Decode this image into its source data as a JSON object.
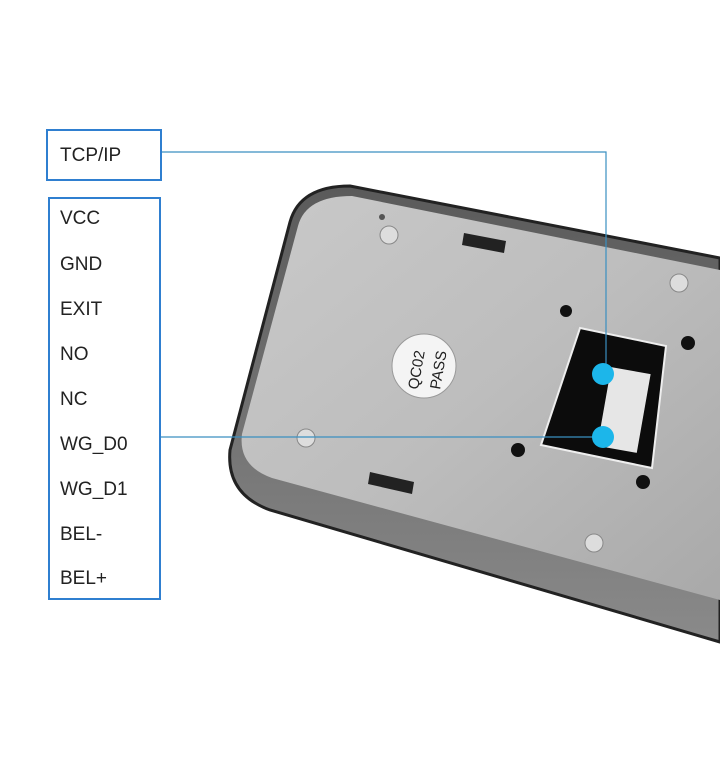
{
  "labels": {
    "tcp": "TCP/IP",
    "pins": [
      "VCC",
      "GND",
      "EXIT",
      "NO",
      "NC",
      "WG_D0",
      "WG_D1",
      "BEL-",
      "BEL+"
    ]
  },
  "sticker": {
    "line1": "QC02",
    "line2": "PASS"
  },
  "colors": {
    "border": "#2f7fd0",
    "line": "#3a8fc0",
    "dot": "#1cb6ea"
  }
}
